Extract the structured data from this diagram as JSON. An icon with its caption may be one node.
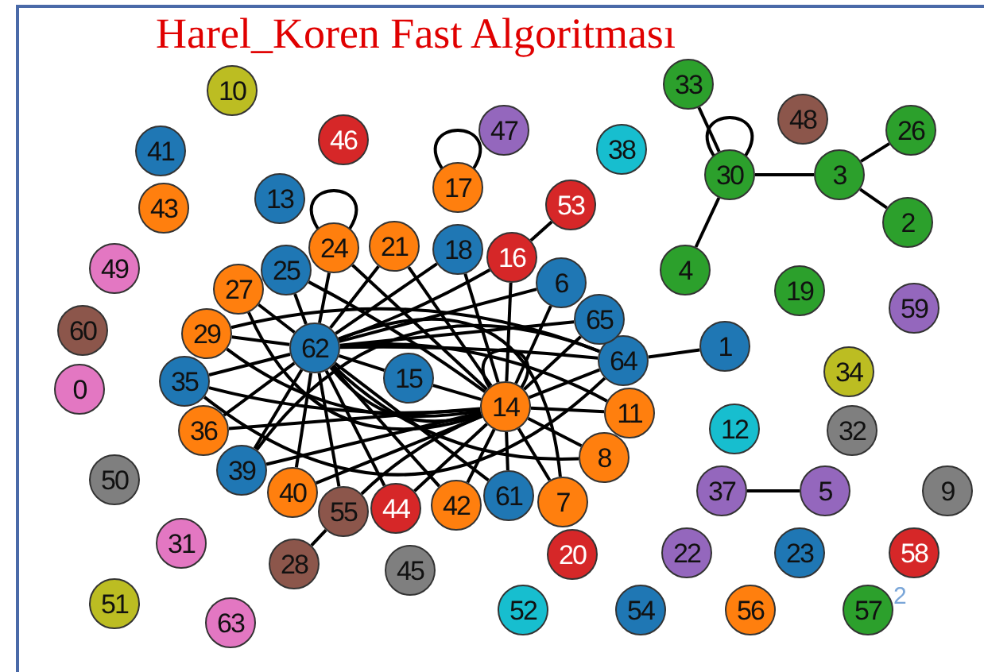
{
  "diagram": {
    "title": "Harel_Koren Fast Algoritması",
    "nodes": [
      {
        "text": [
          "0"
        ]
      },
      {
        "text": [
          "1"
        ]
      },
      {
        "text": [
          "2"
        ]
      },
      {
        "text": [
          "3"
        ]
      },
      {
        "text": [
          "4"
        ]
      },
      {
        "text": [
          "5"
        ]
      },
      {
        "text": [
          "6"
        ]
      },
      {
        "text": [
          "7"
        ]
      },
      {
        "text": [
          "8"
        ]
      },
      {
        "text": [
          "9"
        ]
      },
      {
        "text": [
          "10"
        ]
      },
      {
        "text": [
          "11"
        ]
      },
      {
        "text": [
          "12"
        ]
      },
      {
        "text": [
          "13"
        ]
      },
      {
        "text": [
          "14"
        ]
      },
      {
        "text": [
          "15"
        ]
      },
      {
        "text": [
          "16"
        ]
      },
      {
        "text": [
          "17"
        ]
      },
      {
        "text": [
          "18"
        ]
      },
      {
        "text": [
          "19"
        ]
      },
      {
        "text": [
          "20"
        ]
      },
      {
        "text": [
          "21"
        ]
      },
      {
        "text": [
          "22"
        ]
      },
      {
        "text": [
          "23"
        ]
      },
      {
        "text": [
          "24"
        ]
      },
      {
        "text": [
          "25"
        ]
      },
      {
        "text": [
          "26"
        ]
      },
      {
        "text": [
          "27"
        ]
      },
      {
        "text": [
          "28"
        ]
      },
      {
        "text": [
          "29"
        ]
      },
      {
        "text": [
          "30"
        ]
      },
      {
        "text": [
          "31"
        ]
      },
      {
        "text": [
          "32"
        ]
      },
      {
        "text": [
          "33"
        ]
      },
      {
        "text": [
          "34"
        ]
      },
      {
        "text": [
          "35"
        ]
      },
      {
        "text": [
          "36"
        ]
      },
      {
        "text": [
          "37"
        ]
      },
      {
        "text": [
          "38"
        ]
      },
      {
        "text": [
          "39"
        ]
      },
      {
        "text": [
          "40"
        ]
      },
      {
        "text": [
          "41"
        ]
      },
      {
        "text": [
          "42"
        ]
      },
      {
        "text": [
          "43"
        ]
      },
      {
        "text": [
          "44"
        ]
      },
      {
        "text": [
          "45"
        ]
      },
      {
        "text": [
          "46"
        ]
      },
      {
        "text": [
          "47"
        ]
      },
      {
        "text": [
          "48"
        ]
      },
      {
        "text": [
          "49"
        ]
      },
      {
        "text": [
          "50"
        ]
      },
      {
        "text": [
          "51"
        ]
      },
      {
        "text": [
          "52"
        ]
      },
      {
        "text": [
          "53"
        ]
      },
      {
        "text": [
          "54"
        ]
      },
      {
        "text": [
          "55"
        ]
      },
      {
        "text": [
          "56"
        ]
      },
      {
        "text": [
          "57"
        ]
      },
      {
        "text": [
          "58"
        ]
      },
      {
        "text": [
          "59"
        ]
      },
      {
        "text": [
          "60"
        ]
      },
      {
        "text": [
          "61"
        ]
      },
      {
        "text": [
          "62"
        ]
      },
      {
        "text": [
          "63"
        ]
      },
      {
        "text": [
          "64"
        ]
      },
      {
        "text": [
          "65"
        ]
      }
    ],
    "edges": [
      {
        "from": 24,
        "to": 24,
        "arrow": "none"
      },
      {
        "from": 17,
        "to": 17,
        "arrow": "none"
      },
      {
        "from": 30,
        "to": 30,
        "arrow": "none"
      },
      {
        "from": 14,
        "to": 14,
        "arrow": "none"
      },
      {
        "from": 62,
        "to": 24,
        "arrow": "none"
      },
      {
        "from": 62,
        "to": 21,
        "arrow": "none"
      },
      {
        "from": 62,
        "to": 18,
        "arrow": "none"
      },
      {
        "from": 62,
        "to": 16,
        "arrow": "none"
      },
      {
        "from": 62,
        "to": 6,
        "arrow": "none"
      },
      {
        "from": 62,
        "to": 65,
        "arrow": "none"
      },
      {
        "from": 62,
        "to": 64,
        "arrow": "none"
      },
      {
        "from": 62,
        "to": 11,
        "arrow": "none"
      },
      {
        "from": 62,
        "to": 8,
        "arrow": "none"
      },
      {
        "from": 62,
        "to": 7,
        "arrow": "none"
      },
      {
        "from": 62,
        "to": 61,
        "arrow": "none"
      },
      {
        "from": 62,
        "to": 42,
        "arrow": "none"
      },
      {
        "from": 62,
        "to": 44,
        "arrow": "none"
      },
      {
        "from": 62,
        "to": 55,
        "arrow": "none"
      },
      {
        "from": 62,
        "to": 40,
        "arrow": "none"
      },
      {
        "from": 62,
        "to": 39,
        "arrow": "none"
      },
      {
        "from": 62,
        "to": 36,
        "arrow": "none"
      },
      {
        "from": 62,
        "to": 35,
        "arrow": "none"
      },
      {
        "from": 62,
        "to": 29,
        "arrow": "none"
      },
      {
        "from": 62,
        "to": 27,
        "arrow": "none"
      },
      {
        "from": 62,
        "to": 25,
        "arrow": "none"
      },
      {
        "from": 62,
        "to": 15,
        "arrow": "none"
      },
      {
        "from": 62,
        "to": 14,
        "arrow": "none"
      },
      {
        "from": 14,
        "to": 24,
        "arrow": "none"
      },
      {
        "from": 14,
        "to": 21,
        "arrow": "none"
      },
      {
        "from": 14,
        "to": 18,
        "arrow": "none"
      },
      {
        "from": 14,
        "to": 16,
        "arrow": "none"
      },
      {
        "from": 14,
        "to": 6,
        "arrow": "none"
      },
      {
        "from": 14,
        "to": 65,
        "arrow": "none"
      },
      {
        "from": 14,
        "to": 64,
        "arrow": "none"
      },
      {
        "from": 14,
        "to": 11,
        "arrow": "none"
      },
      {
        "from": 14,
        "to": 8,
        "arrow": "none"
      },
      {
        "from": 14,
        "to": 7,
        "arrow": "none"
      },
      {
        "from": 14,
        "to": 61,
        "arrow": "none"
      },
      {
        "from": 14,
        "to": 42,
        "arrow": "none"
      },
      {
        "from": 14,
        "to": 44,
        "arrow": "none"
      },
      {
        "from": 14,
        "to": 55,
        "arrow": "none"
      },
      {
        "from": 14,
        "to": 40,
        "arrow": "none"
      },
      {
        "from": 14,
        "to": 39,
        "arrow": "none"
      },
      {
        "from": 14,
        "to": 36,
        "arrow": "none"
      },
      {
        "from": 14,
        "to": 35,
        "arrow": "none"
      },
      {
        "from": 14,
        "to": 29,
        "arrow": "none"
      },
      {
        "from": 14,
        "to": 27,
        "arrow": "none"
      },
      {
        "from": 14,
        "to": 25,
        "arrow": "none"
      },
      {
        "from": 14,
        "to": 15,
        "arrow": "none"
      },
      {
        "from": 64,
        "to": 1,
        "arrow": "none"
      },
      {
        "from": 64,
        "to": 35,
        "arrow": "none"
      },
      {
        "from": 64,
        "to": 29,
        "arrow": "none"
      },
      {
        "from": 64,
        "to": 39,
        "arrow": "none"
      },
      {
        "from": 16,
        "to": 53,
        "arrow": "none"
      },
      {
        "from": 55,
        "to": 28,
        "arrow": "none"
      },
      {
        "from": 30,
        "to": 33,
        "arrow": "none"
      },
      {
        "from": 30,
        "to": 4,
        "arrow": "none"
      },
      {
        "from": 30,
        "to": 3,
        "arrow": "none"
      },
      {
        "from": 3,
        "to": 26,
        "arrow": "none"
      },
      {
        "from": 3,
        "to": 2,
        "arrow": "none"
      },
      {
        "from": 37,
        "to": 5,
        "arrow": "none"
      }
    ],
    "labels": [
      "2"
    ]
  }
}
